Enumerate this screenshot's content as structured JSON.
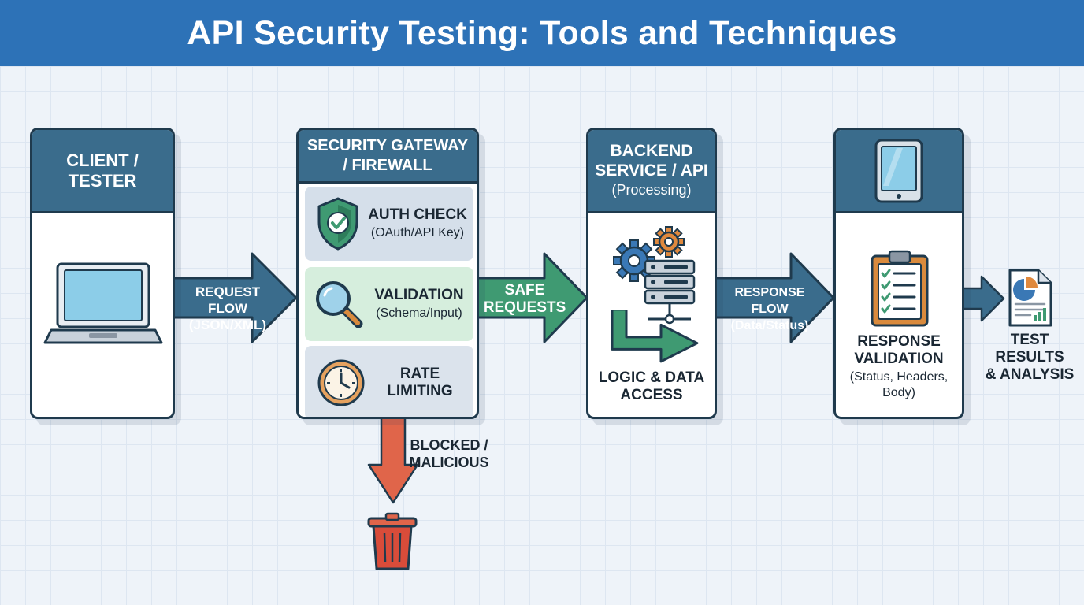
{
  "title": "API Security Testing: Tools and Techniques",
  "client": {
    "title_lines": [
      "CLIENT /",
      "TESTER"
    ],
    "icon": "laptop-icon"
  },
  "request_flow": {
    "line1": "REQUEST FLOW",
    "line2": "(JSON/XML)"
  },
  "gateway": {
    "title_lines": [
      "SECURITY GATEWAY",
      "/ FIREWALL"
    ],
    "checks": [
      {
        "title": "AUTH CHECK",
        "subtitle": "(OAuth/API Key)",
        "icon": "shield-check-icon"
      },
      {
        "title": "VALIDATION",
        "subtitle": "(Schema/Input)",
        "icon": "magnifier-icon"
      },
      {
        "title": "RATE",
        "subtitle": "LIMITING",
        "icon": "clock-icon"
      }
    ]
  },
  "safe_requests": {
    "line1": "SAFE",
    "line2": "REQUESTS"
  },
  "blocked": {
    "line1": "BLOCKED /",
    "line2": "MALICIOUS",
    "icon": "trash-can-icon"
  },
  "backend": {
    "title_lines": [
      "BACKEND",
      "SERVICE / API"
    ],
    "subtitle": "(Processing)",
    "caption_lines": [
      "LOGIC & DATA",
      "ACCESS"
    ],
    "icons": [
      "gears-icon",
      "server-icon",
      "flow-arrow-icon"
    ]
  },
  "response_flow": {
    "line1": "RESPONSE FLOW",
    "line2": "(Data/Status)"
  },
  "response_validation": {
    "title_lines": [
      "RESPONSE",
      "VALIDATION"
    ],
    "subtitle_lines": [
      "(Status, Headers,",
      "Body)"
    ],
    "icons": [
      "tablet-icon",
      "clipboard-checklist-icon"
    ]
  },
  "results": {
    "lines": [
      "TEST",
      "RESULTS",
      "& ANALYSIS"
    ],
    "icon": "report-document-icon"
  },
  "colors": {
    "header": "#2d72b7",
    "panel_header": "#3a6c8c",
    "flow_arrow": "#3a6c8c",
    "safe_arrow": "#3f9a72",
    "blocked_arrow": "#e0654a",
    "auth_bg": "#d5dfea",
    "validation_bg": "#d6eedd",
    "rate_bg": "#dbe3ec"
  }
}
